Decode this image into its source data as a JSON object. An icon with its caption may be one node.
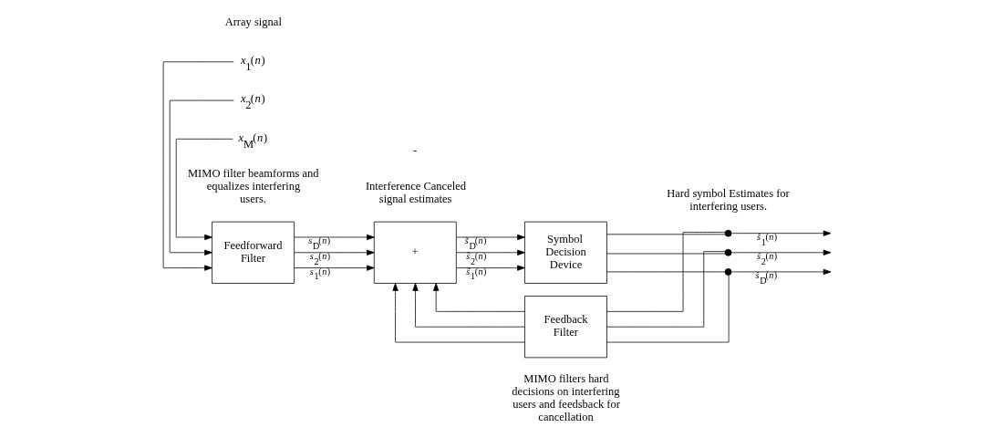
{
  "diagram": {
    "nodes": [
      {
        "text": [
          "Feedforward Filter"
        ]
      },
      {
        "text": [
          "+"
        ]
      },
      {
        "text": [
          "Symbol Decision Device"
        ]
      },
      {
        "text": [
          "Feedback Filter"
        ]
      },
      {
        "text": [
          "*x*$_{1}$(*n*)"
        ]
      },
      {
        "text": [
          "*x*$_{2}$(*n*)"
        ]
      },
      {
        "text": [
          "*x*$_{M}$(*n*)"
        ]
      },
      {
        "text": [],
        "shape": "circle"
      },
      {
        "text": [],
        "shape": "circle"
      },
      {
        "text": [],
        "shape": "circle"
      }
    ],
    "edges": [
      {
        "from": 4,
        "to": 0,
        "arrow": "to"
      },
      {
        "from": 5,
        "to": 0,
        "arrow": "to"
      },
      {
        "from": 6,
        "to": 0,
        "arrow": "to"
      },
      {
        "from": 0,
        "to": 1,
        "arrow": "to",
        "label": "*s*$_{1}$(*n*)"
      },
      {
        "from": 0,
        "to": 1,
        "arrow": "to",
        "label": "*s*$_{2}$(*n*)"
      },
      {
        "from": 0,
        "to": 1,
        "arrow": "to",
        "label": "*s*$_{D}$(*n*)"
      },
      {
        "from": 1,
        "to": 2,
        "arrow": "to",
        "label": "*s̃*$_{1}$(*n*)"
      },
      {
        "from": 1,
        "to": 2,
        "arrow": "to",
        "label": "*s̃*$_{2}$(*n*)"
      },
      {
        "from": 1,
        "to": 2,
        "arrow": "to",
        "label": "*s̃*$_{D}$(*n*)"
      },
      {
        "from": 2,
        "to": 7,
        "arrow": "none"
      },
      {
        "from": 2,
        "to": 8,
        "arrow": "none"
      },
      {
        "from": 2,
        "to": 9,
        "arrow": "none"
      },
      {
        "from": 7,
        "to": null,
        "arrow": "to",
        "label": "*ŝ*$_{1}$(*n*)"
      },
      {
        "from": 8,
        "to": null,
        "arrow": "to",
        "label": "*ŝ*$_{2}$(*n*)"
      },
      {
        "from": 9,
        "to": null,
        "arrow": "to",
        "label": "*ŝ*$_{D}$(*n*)"
      },
      {
        "from": 7,
        "to": 3,
        "arrow": "none"
      },
      {
        "from": 8,
        "to": 3,
        "arrow": "none"
      },
      {
        "from": 9,
        "to": 3,
        "arrow": "none"
      },
      {
        "from": 3,
        "to": 1,
        "arrow": "to"
      },
      {
        "from": 3,
        "to": 1,
        "arrow": "to"
      },
      {
        "from": 3,
        "to": 1,
        "arrow": "to"
      }
    ],
    "labels": [
      "Array signal",
      "Interference Canceled signal estimates",
      "Hard symbol Estimates for interfering users.",
      "-",
      "MIMO filter beamforms and equalizes interfering users.",
      "MIMO filters hard decisions on interfering users and feedsback for cancellation"
    ]
  }
}
